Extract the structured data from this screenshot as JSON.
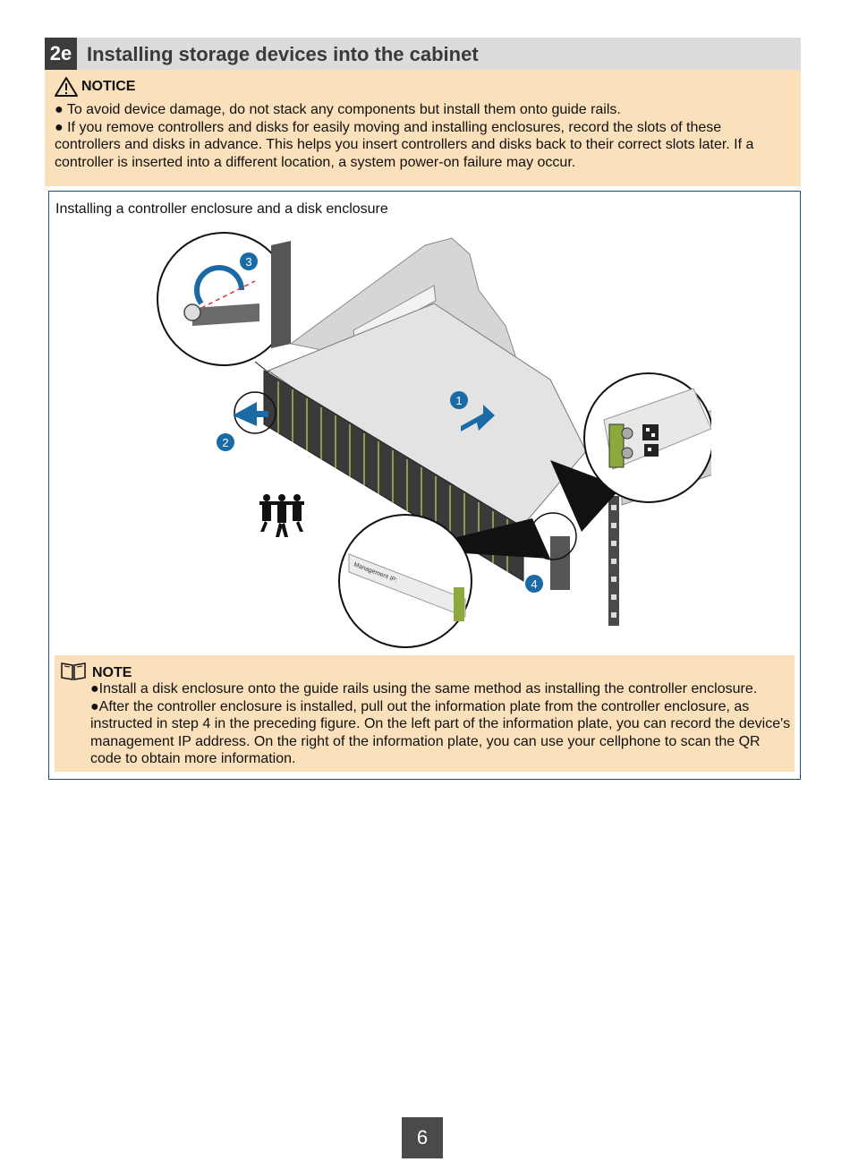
{
  "header": {
    "step": "2e",
    "title": "Installing storage devices into the cabinet"
  },
  "notice": {
    "label": "NOTICE",
    "icon": "warning-triangle-icon",
    "items": [
      "● To avoid device damage, do not stack any components but install them onto guide rails.",
      "● If you remove controllers and disks for easily moving and installing enclosures, record the slots of these controllers and disks in advance. This helps you insert controllers and disks back to their correct slots later. If a controller is inserted into a different location, a system power-on failure may occur."
    ]
  },
  "figure": {
    "caption": "Installing a controller enclosure and a disk enclosure",
    "callouts": [
      "1",
      "2",
      "3",
      "4"
    ],
    "plate_text": "Management IP:"
  },
  "note": {
    "label": "NOTE",
    "icon": "book-icon",
    "items": [
      "●Install a disk enclosure onto the guide rails using the same method as installing the controller enclosure.",
      "●After the controller enclosure is installed, pull out the information plate from the controller enclosure, as instructed in step 4 in the preceding figure. On the left part of the information plate, you can record the device's management IP address. On the right of the information plate, you can use your cellphone to scan the QR code to obtain more information."
    ]
  },
  "colors": {
    "callout": "#1a6aa6",
    "panel": "#fbe0bc",
    "frame": "#1a4f82",
    "header_bg": "#dcdcdc"
  },
  "page": {
    "number": "6"
  }
}
